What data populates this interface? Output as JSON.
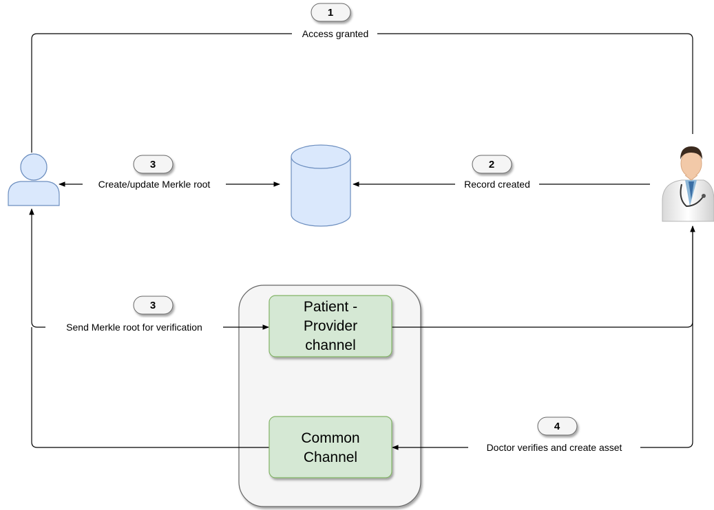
{
  "labels": {
    "access_granted": "Access granted",
    "create_update": "Create/update Merkle root",
    "record_created": "Record created",
    "send_merkle": "Send Merkle root  for verification",
    "doctor_verifies": "Doctor verifies and create asset"
  },
  "steps": {
    "s1": "1",
    "s2": "2",
    "s3a": "3",
    "s3b": "3",
    "s4": "4"
  },
  "channels": {
    "patient_provider": [
      "Patient -",
      "Provider",
      "channel"
    ],
    "common": [
      "Common",
      "Channel"
    ]
  },
  "icons": {
    "patient": "user-icon",
    "database": "database-icon",
    "doctor": "doctor-icon"
  },
  "colors": {
    "user_fill": "#dae8fc",
    "user_stroke": "#6c8ebf",
    "channel_fill": "#d5e8d4",
    "channel_stroke": "#82b366",
    "container_fill": "#f5f5f5",
    "container_stroke": "#666666",
    "badge_fill": "#f5f5f5"
  }
}
